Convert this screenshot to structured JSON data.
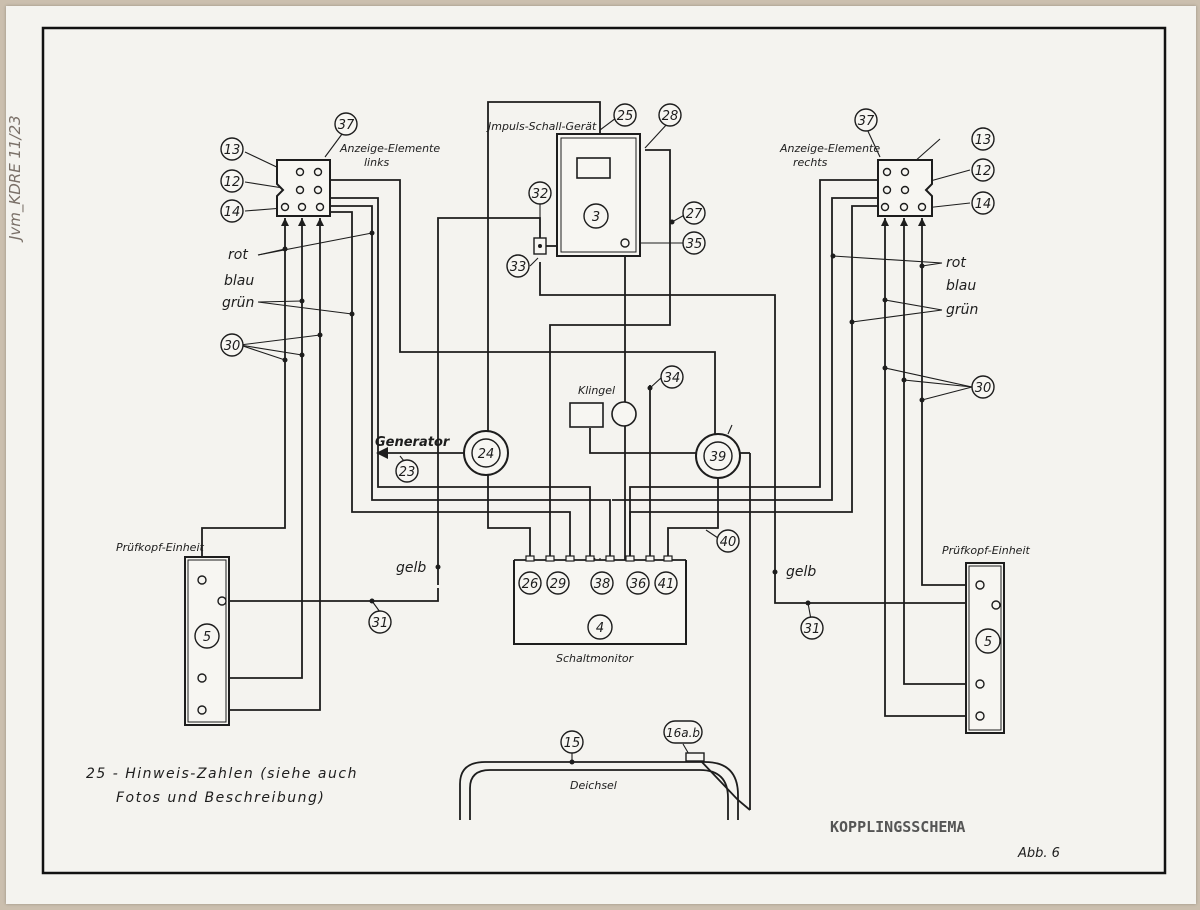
{
  "margin_note": "Jvm_KDRE 11/23",
  "labels": {
    "impulse_device": "Jmpuls-Schall-Gerät",
    "display_left": "Anzeige-Elemente",
    "display_left_sub": "links",
    "display_right": "Anzeige-Elemente",
    "display_right_sub": "rechts",
    "rot": "rot",
    "blau": "blau",
    "gruen": "grün",
    "klingel": "Klingel",
    "generator": "Generator",
    "probe_left": "Prüfkopf-Einheit",
    "probe_right": "Prüfkopf-Einheit",
    "gelb": "gelb",
    "schaltmonitor": "Schaltmonitor",
    "deichsel": "Deichsel",
    "footnote_line1": "25 - Hinweis-Zahlen (siehe auch",
    "footnote_line2": "Fotos und Beschreibung)",
    "stamp": "KOPPLINGSSCHEMA",
    "figure": "Abb. 6"
  },
  "refs": {
    "r37": "37",
    "r13": "13",
    "r12": "12",
    "r14": "14",
    "r30": "30",
    "r25": "25",
    "r28": "28",
    "r32": "32",
    "r3": "3",
    "r27": "27",
    "r35": "35",
    "r33": "33",
    "r34": "34",
    "r24": "24",
    "r39": "39",
    "r23": "23",
    "r40": "40",
    "r26": "26",
    "r29": "29",
    "r38": "38",
    "r36": "36",
    "r41": "41",
    "r4": "4",
    "r5": "5",
    "r31": "31",
    "r15": "15",
    "r16": "16a.b"
  }
}
